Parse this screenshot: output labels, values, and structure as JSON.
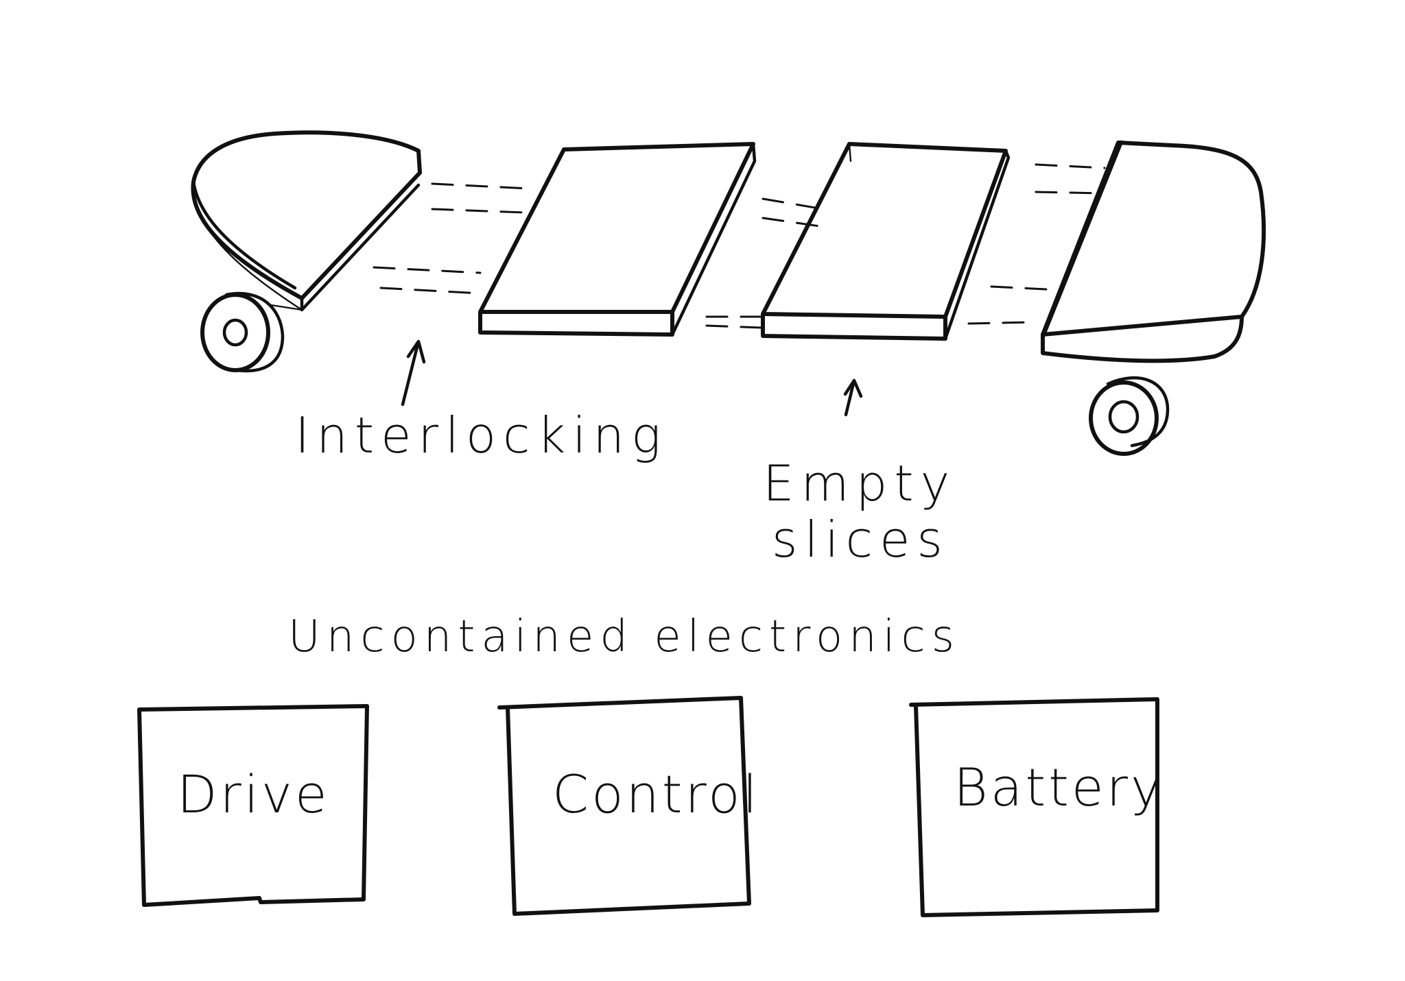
{
  "annotations": {
    "interlocking": "Interlocking",
    "empty_slices_line1": "Empty",
    "empty_slices_line2": "slices"
  },
  "section_heading": "Uncontained electronics",
  "modules": [
    {
      "label": "Drive"
    },
    {
      "label": "Control"
    },
    {
      "label": "Battery"
    }
  ],
  "colors": {
    "ink": "#111111",
    "paper": "#ffffff"
  }
}
